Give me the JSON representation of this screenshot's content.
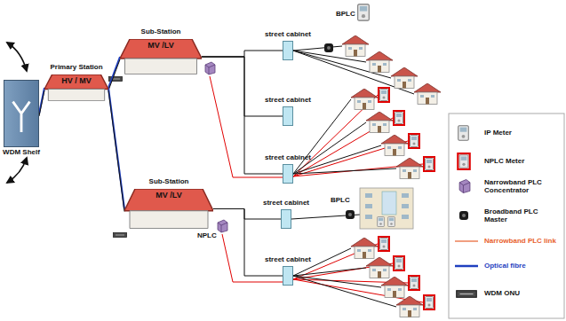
{
  "diagram": {
    "nodes": [
      {
        "text": [
          "Primary Station",
          "HV / MV"
        ]
      },
      {
        "text": [
          "WDM Shelf"
        ]
      },
      {
        "text": [
          "Sub-Station",
          "MV /LV"
        ]
      },
      {
        "text": [
          "street cabinet"
        ]
      },
      {
        "text": [
          "street cabinet"
        ]
      },
      {
        "text": [
          "street cabinet"
        ]
      },
      {
        "text": [
          "Sub-Station",
          "MV /LV"
        ]
      },
      {
        "text": [
          "street cabinet"
        ]
      },
      {
        "text": [
          "street cabinet"
        ]
      }
    ],
    "edges": [
      {
        "from": 1,
        "to": 0,
        "arrow": "none"
      },
      {
        "from": 0,
        "to": 2,
        "arrow": "none"
      },
      {
        "from": 0,
        "to": 6,
        "arrow": "none"
      },
      {
        "from": 2,
        "to": 3,
        "arrow": "none"
      },
      {
        "from": 2,
        "to": 4,
        "arrow": "none"
      },
      {
        "from": 2,
        "to": 5,
        "arrow": "none"
      },
      {
        "from": 6,
        "to": 7,
        "arrow": "none"
      },
      {
        "from": 6,
        "to": 8,
        "arrow": "none"
      }
    ],
    "labels": [
      "BPLC",
      "NPLC",
      "BPLC"
    ],
    "legend": [
      {
        "text": "IP Meter"
      },
      {
        "text": "NPLC Meter"
      },
      {
        "text": "Narrowband PLC Concentrator"
      },
      {
        "text": "Broadband PLC Master"
      },
      {
        "text": "Narrowband PLC link"
      },
      {
        "text": "Optical fibre"
      },
      {
        "text": "WDM ONU"
      }
    ]
  }
}
